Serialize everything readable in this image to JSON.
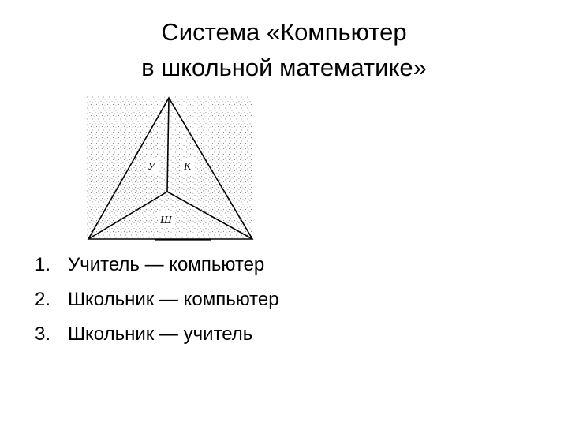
{
  "slide": {
    "title_line1": "Система «Компьютер",
    "title_line2": "в школьной математике»"
  },
  "diagram": {
    "vertex_labels": {
      "teacher": "У",
      "computer": "К",
      "student": "Ш"
    },
    "colors": {
      "stipple": "#8a8a8a",
      "lines": "#000000"
    }
  },
  "points": [
    {
      "number": "1.",
      "text": "Учитель — компьютер"
    },
    {
      "number": "2.",
      "text": "Школьник — компьютер"
    },
    {
      "number": "3.",
      "text": "Школьник — учитель"
    }
  ]
}
